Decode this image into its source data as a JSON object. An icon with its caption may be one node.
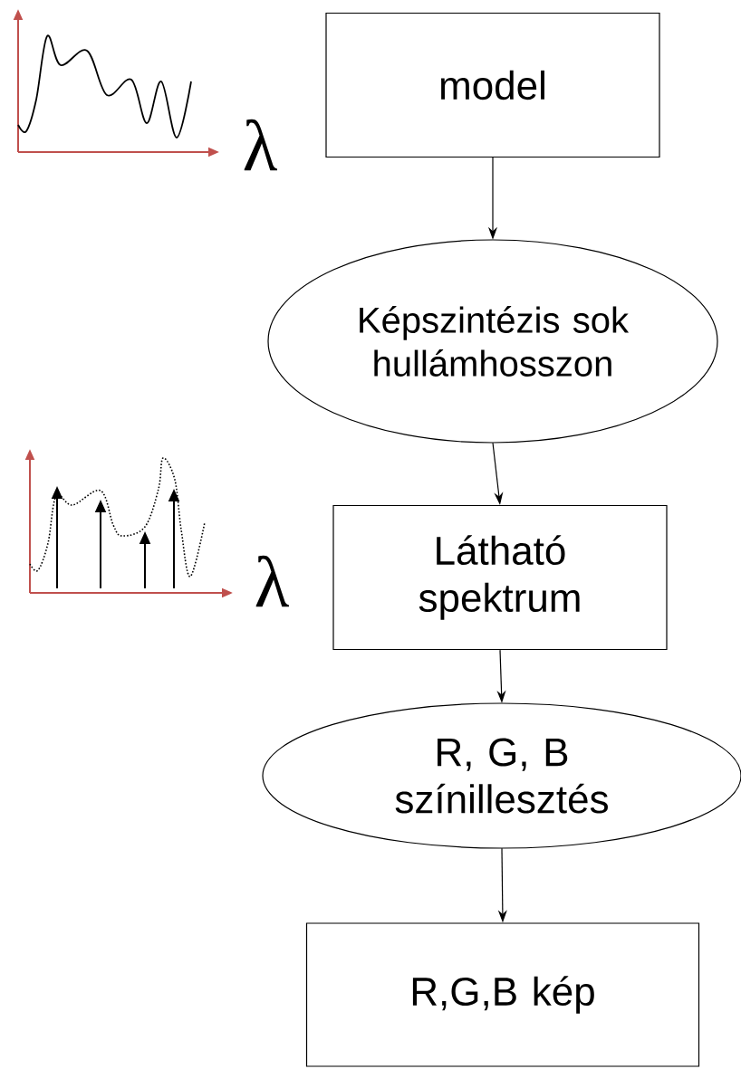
{
  "diagram": {
    "nodes": [
      {
        "text": [
          "model"
        ]
      },
      {
        "text": [
          "Képszintézis sok hullámhosszon"
        ]
      },
      {
        "text": [
          "Látható spektrum"
        ]
      },
      {
        "text": [
          "R, G, B színillesztés"
        ]
      },
      {
        "text": [
          "R,G,B kép"
        ]
      }
    ],
    "edges": [
      {
        "from": 0,
        "to": 1,
        "arrow": "to"
      },
      {
        "from": 1,
        "to": 2,
        "arrow": "to"
      },
      {
        "from": 2,
        "to": 3,
        "arrow": "to"
      },
      {
        "from": 3,
        "to": 4,
        "arrow": "to"
      }
    ],
    "labels": [
      "λ",
      "λ"
    ]
  }
}
